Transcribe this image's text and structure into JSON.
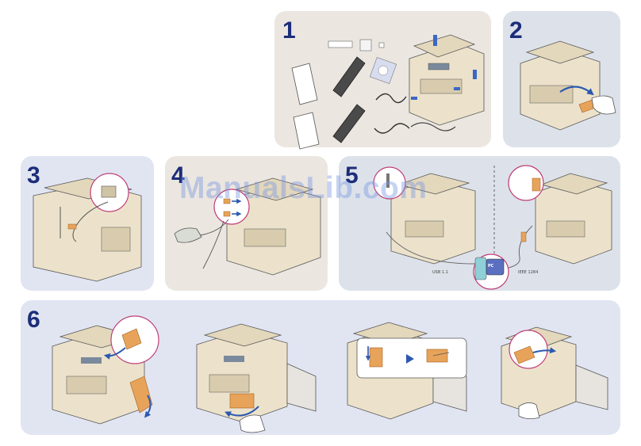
{
  "steps": {
    "s1": {
      "number": "1"
    },
    "s2": {
      "number": "2"
    },
    "s3": {
      "number": "3"
    },
    "s4": {
      "number": "4"
    },
    "s5": {
      "number": "5",
      "usb_label": "USB 1.1",
      "ieee_label": "IEEE 1284",
      "pc_label": "PC"
    },
    "s6": {
      "number": "6"
    }
  },
  "watermark": "ManualsLib.com",
  "colors": {
    "number_blue": "#1c2d7a",
    "panel_beige": "#ebe6e0",
    "panel_blue": "#e1e5f2",
    "panel_gray": "#dde2ea",
    "accent_magenta": "#c0407a",
    "accent_orange": "#e8a35a",
    "arrow_blue": "#2b59b0"
  }
}
